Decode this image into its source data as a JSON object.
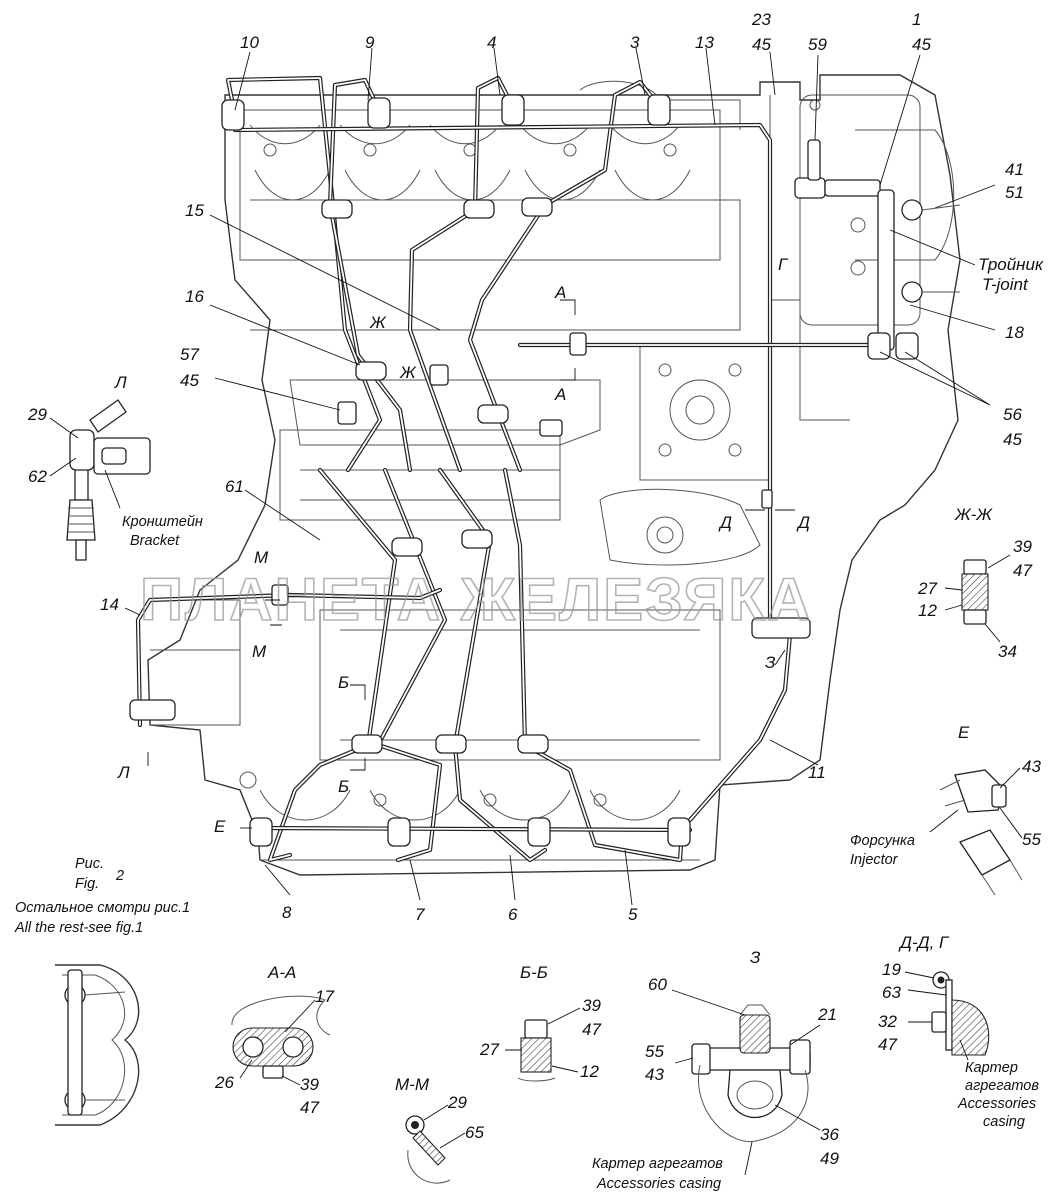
{
  "watermark": "ПЛАНЕТА ЖЕЛЕЗЯКА",
  "figure": {
    "ru": "Рис.",
    "en": "Fig.",
    "number": "2",
    "note_ru": "Остальное смотри рис.1",
    "note_en": "All the rest-see fig.1"
  },
  "callouts": {
    "n10": "10",
    "n9": "9",
    "n4": "4",
    "n3": "3",
    "n13": "13",
    "n23": "23",
    "n45a": "45",
    "n59": "59",
    "n1": "1",
    "n45b": "45",
    "n41": "41",
    "n51": "51",
    "n15": "15",
    "n16": "16",
    "n57": "57",
    "n45c": "45",
    "n18": "18",
    "n56": "56",
    "n45d": "45",
    "n61": "61",
    "n14": "14",
    "n11": "11",
    "n8": "8",
    "n7": "7",
    "n6": "6",
    "n5": "5",
    "n29a": "29",
    "n62": "62"
  },
  "text_labels": {
    "tee_ru": "Тройник",
    "tee_en": "T-joint",
    "bracket_ru": "Кронштейн",
    "bracket_en": "Bracket",
    "injector_ru": "Форсунка",
    "injector_en": "Injector",
    "casing_ru": "Картер агрегатов",
    "casing_en": "Accessories casing",
    "casing2_ru1": "Картер",
    "casing2_ru2": "агрегатов",
    "casing2_en1": "Accessories",
    "casing2_en2": "casing"
  },
  "section_marks": {
    "a1": "А",
    "a2": "А",
    "b1": "Б",
    "b2": "Б",
    "g": "Г",
    "zh1": "Ж",
    "zh2": "Ж",
    "d1": "Д",
    "d2": "Д",
    "m1": "М",
    "m2": "М",
    "z": "З",
    "e": "Е",
    "l": "Л"
  },
  "views": {
    "l": {
      "title": "Л"
    },
    "zhzh": {
      "title": "Ж-Ж",
      "n39": "39",
      "n47": "47",
      "n27": "27",
      "n12": "12",
      "n34": "34"
    },
    "e": {
      "title": "Е",
      "n43": "43",
      "n55": "55"
    },
    "aa": {
      "title": "А-А",
      "n17": "17",
      "n26": "26",
      "n39": "39",
      "n47": "47"
    },
    "bb": {
      "title": "Б-Б",
      "n39": "39",
      "n47": "47",
      "n27": "27",
      "n12": "12"
    },
    "mm": {
      "title": "М-М",
      "n29": "29",
      "n65": "65"
    },
    "z": {
      "title": "З",
      "n60": "60",
      "n21": "21",
      "n55": "55",
      "n43": "43",
      "n36": "36",
      "n49": "49"
    },
    "dd": {
      "title": "Д-Д, Г",
      "n19": "19",
      "n63": "63",
      "n32": "32",
      "n47": "47"
    }
  }
}
